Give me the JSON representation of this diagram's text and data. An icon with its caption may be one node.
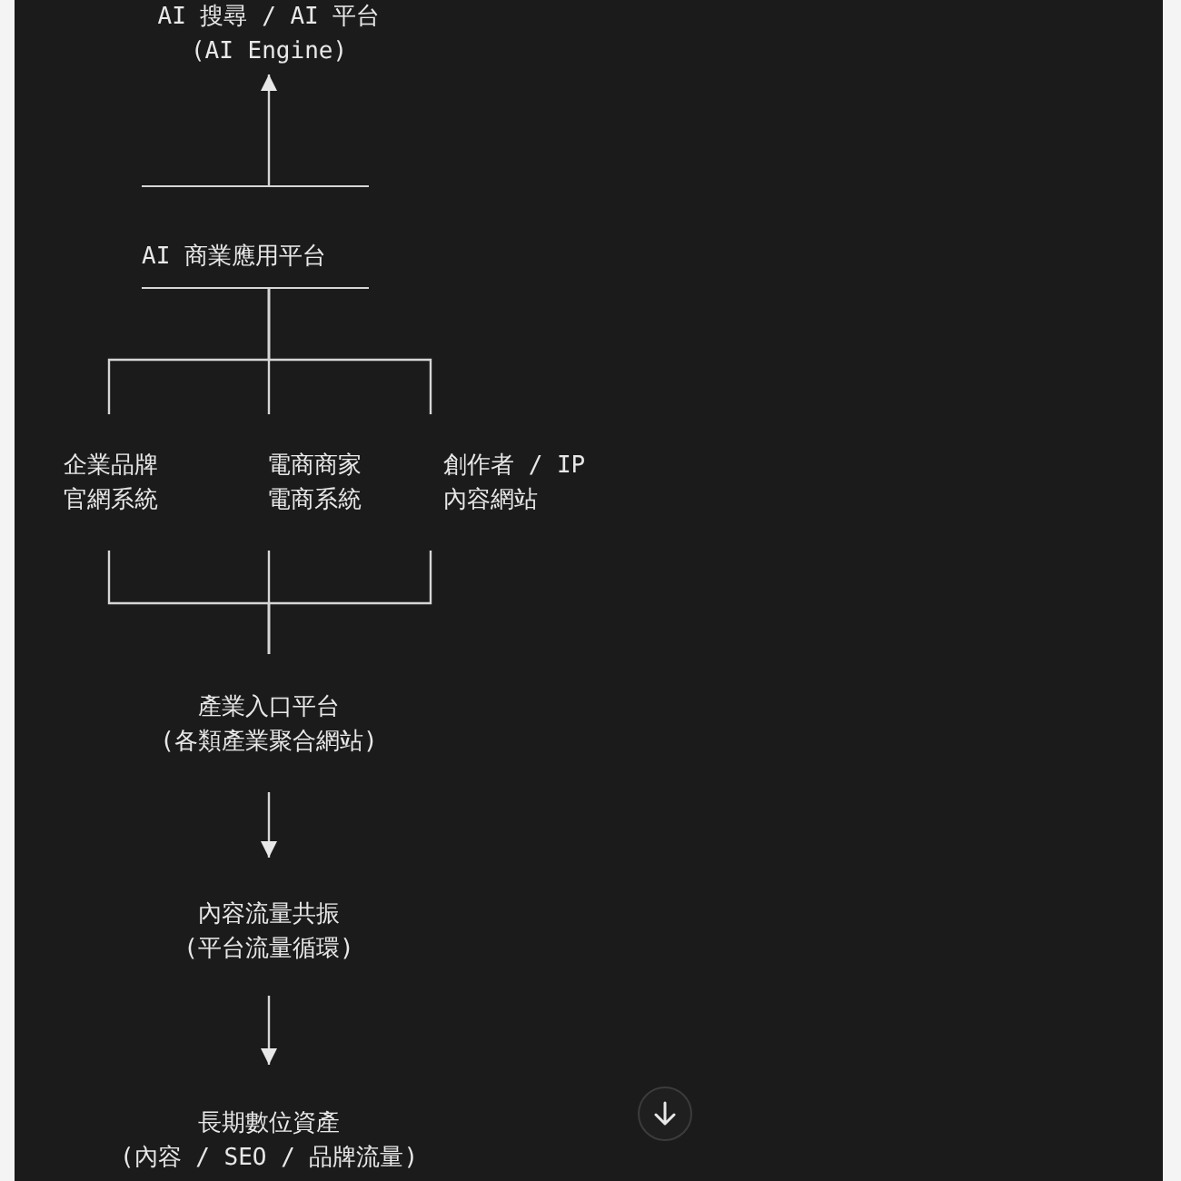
{
  "diagram": {
    "nodes": [
      {
        "text": [
          "AI 搜尋 / AI 平台",
          "(AI Engine)"
        ]
      },
      {
        "text": [
          "AI 商業應用平台"
        ]
      },
      {
        "text": [
          "企業品牌官網系統"
        ]
      },
      {
        "text": [
          "電商商家電商系統"
        ]
      },
      {
        "text": [
          "創作者 / IP 內容網站"
        ]
      },
      {
        "text": [
          "產業入口平台",
          "(各類產業聚合網站)"
        ]
      },
      {
        "text": [
          "內容流量共振",
          "(平台流量循環)"
        ]
      },
      {
        "text": [
          "長期數位資產",
          "(內容 / SEO / 品牌流量)"
        ]
      }
    ],
    "edges": [
      {
        "from": 1,
        "to": 0,
        "arrow": "to"
      },
      {
        "from": 1,
        "to": 2,
        "arrow": "none"
      },
      {
        "from": 1,
        "to": 3,
        "arrow": "none"
      },
      {
        "from": 1,
        "to": 4,
        "arrow": "none"
      },
      {
        "from": 2,
        "to": 5,
        "arrow": "none"
      },
      {
        "from": 3,
        "to": 5,
        "arrow": "none"
      },
      {
        "from": 4,
        "to": 5,
        "arrow": "none"
      },
      {
        "from": 5,
        "to": 6,
        "arrow": "to"
      },
      {
        "from": 6,
        "to": 7,
        "arrow": "to"
      }
    ]
  }
}
